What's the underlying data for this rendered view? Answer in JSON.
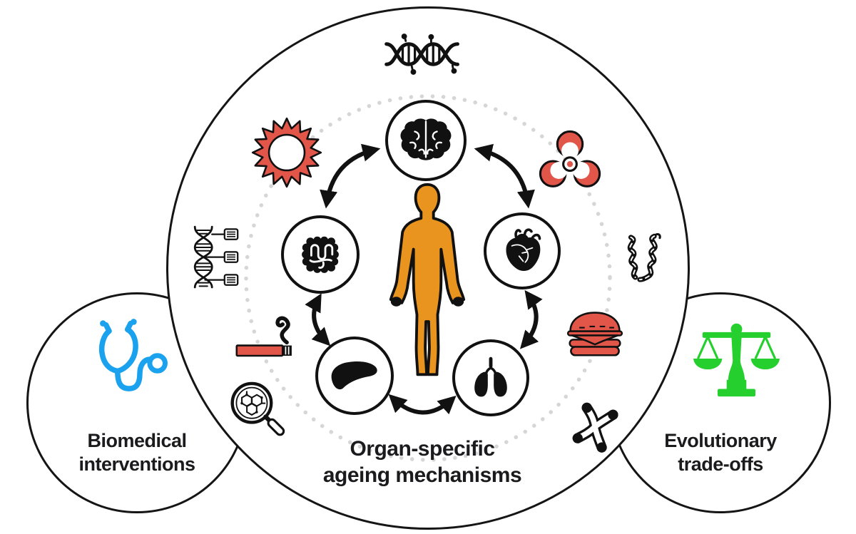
{
  "figure": {
    "title": "Organ-specific ageing mechanisms diagram",
    "regions": {
      "center": {
        "label": [
          "Organ-specific",
          "ageing mechanisms"
        ]
      },
      "left": {
        "label": [
          "Biomedical",
          "interventions"
        ]
      },
      "right": {
        "label": [
          "Evolutionary",
          "trade-offs"
        ]
      }
    },
    "icons": {
      "organs": [
        "brain",
        "heart",
        "intestines",
        "liver",
        "lungs"
      ],
      "center_figure": "human-silhouette",
      "factors": [
        "dna-damage",
        "uv-sun",
        "biohazard",
        "epigenetic-dna",
        "protein-helix",
        "cigarette",
        "hamburger",
        "molecule-magnifier",
        "chromosome"
      ],
      "left_icon": "stethoscope",
      "right_icon": "balance-scales"
    },
    "colors": {
      "red": "#E2564A",
      "orange": "#E8941F",
      "blue": "#1BA2EF",
      "green": "#25D02E",
      "black": "#111111",
      "dot_gray": "#D6D6D6"
    }
  }
}
